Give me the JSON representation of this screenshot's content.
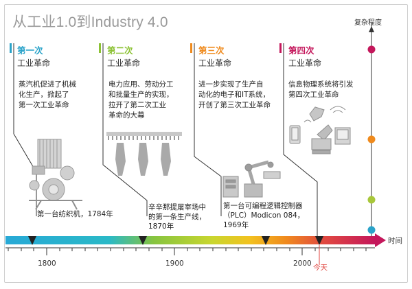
{
  "title": "从工业1.0到Industry 4.0",
  "complexity_axis_label": "复杂程度",
  "time_axis_label": "时间",
  "today_label": "今天",
  "years": [
    "1800",
    "1900",
    "2000"
  ],
  "eras": [
    {
      "number": "第一次",
      "subtitle": "工业革命",
      "color": "#2aa3c9",
      "desc": [
        "蒸汽机促进了机械",
        "化生产，掀起了",
        "第一次工业革命"
      ],
      "milestone": [
        "第一台纺织机，1784年"
      ]
    },
    {
      "number": "第二次",
      "subtitle": "工业革命",
      "color": "#8cc234",
      "desc": [
        "电力应用、劳动分工",
        "和批量生产的实现，",
        "拉开了第二次工业",
        "革命的大幕"
      ],
      "milestone": [
        "辛辛那提屠宰场中",
        "的第一条生产线，",
        "1870年"
      ]
    },
    {
      "number": "第三次",
      "subtitle": "工业革命",
      "color": "#ef8a1d",
      "desc": [
        "进一步实现了生产自",
        "动化的电子和IT系统，",
        "开创了第三次工业革命"
      ],
      "milestone": [
        "第一台可编程逻辑控制器",
        "（PLC）Modicon 084，",
        "1969年"
      ]
    },
    {
      "number": "第四次",
      "subtitle": "工业革命",
      "color": "#c4175b",
      "desc": [
        "信息物理系统将引发",
        "第四次工业革命"
      ],
      "milestone": []
    }
  ],
  "colors": {
    "title": "#9a9a9a",
    "axis": "#333333",
    "today": "#e0463f",
    "dot_top": "#c4175b",
    "dot_upper": "#ef8a1d",
    "dot_lower": "#a8c73a",
    "dot_bottom": "#2aa3c9"
  }
}
